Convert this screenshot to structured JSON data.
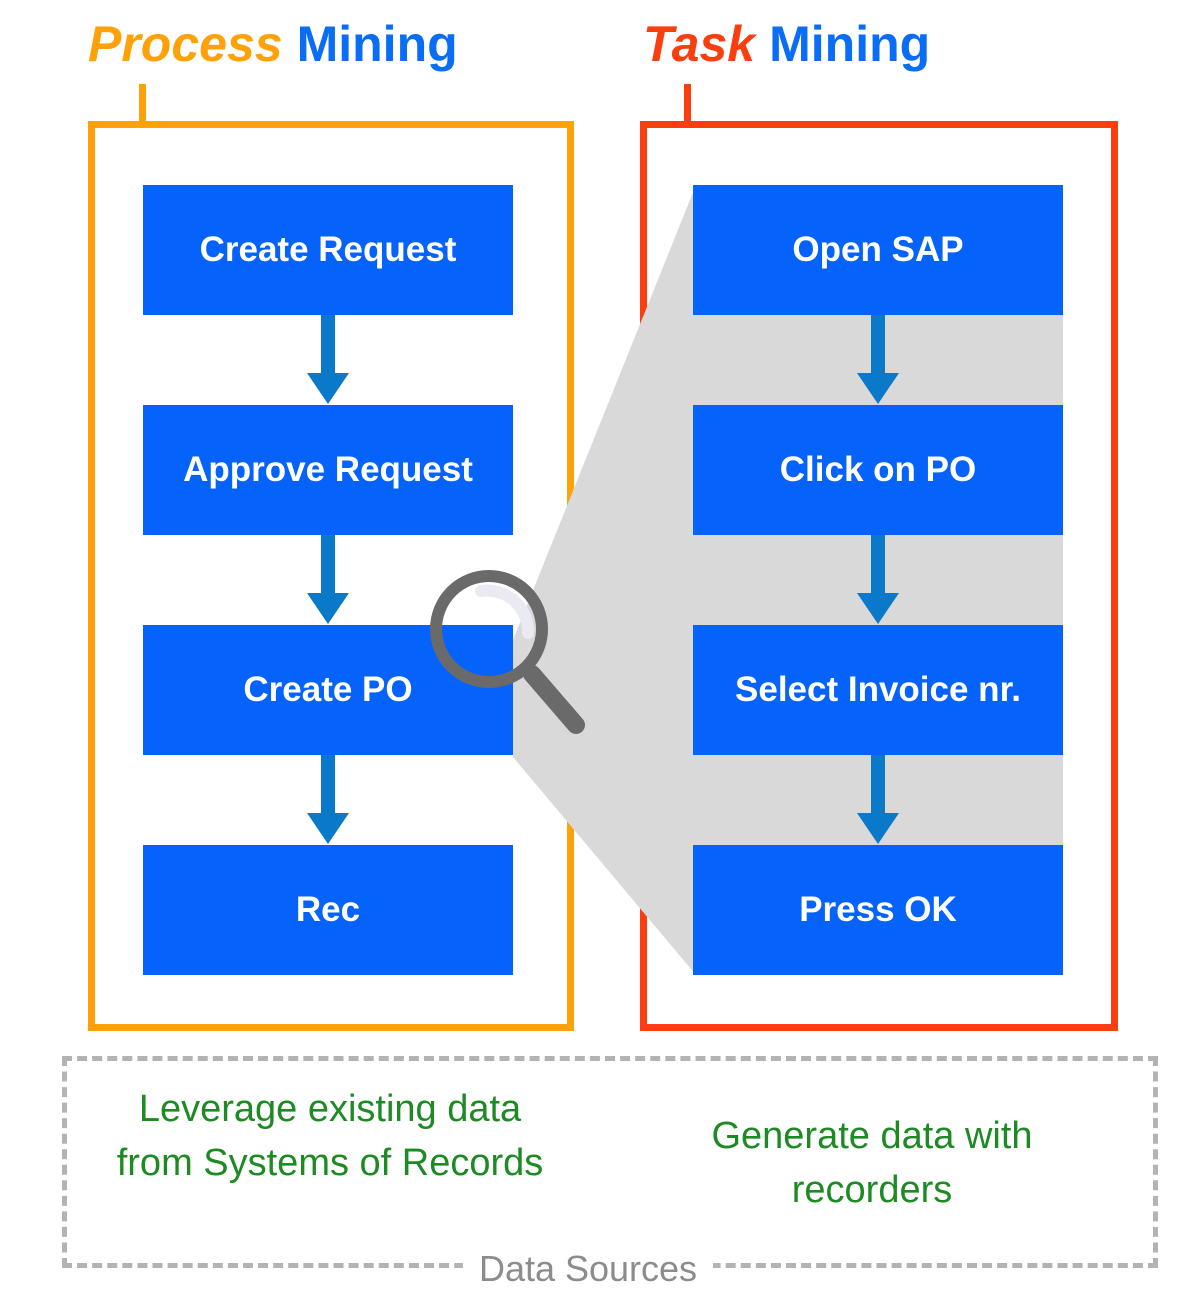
{
  "diagram": {
    "process_mining": {
      "title": {
        "emphasis": "Process",
        "rest": "Mining"
      },
      "steps": [
        "Create Request",
        "Approve Request",
        "Create PO",
        "Rec"
      ]
    },
    "task_mining": {
      "title": {
        "emphasis": "Task",
        "rest": "Mining"
      },
      "steps": [
        "Open SAP",
        "Click on PO",
        "Select Invoice nr.",
        "Press OK"
      ]
    },
    "data_sources": {
      "label": "Data Sources",
      "process_note": "Leverage existing data from Systems of Records",
      "task_note": "Generate data with recorders"
    },
    "icons": {
      "magnifier": "magnifying-glass",
      "beam": "zoom-beam-cone",
      "flow_arrows": "arrow-down"
    },
    "colors": {
      "process_accent": "#FFA20A",
      "task_accent": "#FB3E0F",
      "title_blue": "#0A6DF5",
      "step_fill": "#0563FC",
      "step_text": "#FFFFFF",
      "arrow_blue": "#0A79C9",
      "note_green": "#1E8A23",
      "beam_gray": "#D9D9D9",
      "magnifier_gray": "#6A6A6A",
      "dashed_border_gray": "#B3B3B3",
      "label_gray": "#8C8C8C"
    }
  }
}
